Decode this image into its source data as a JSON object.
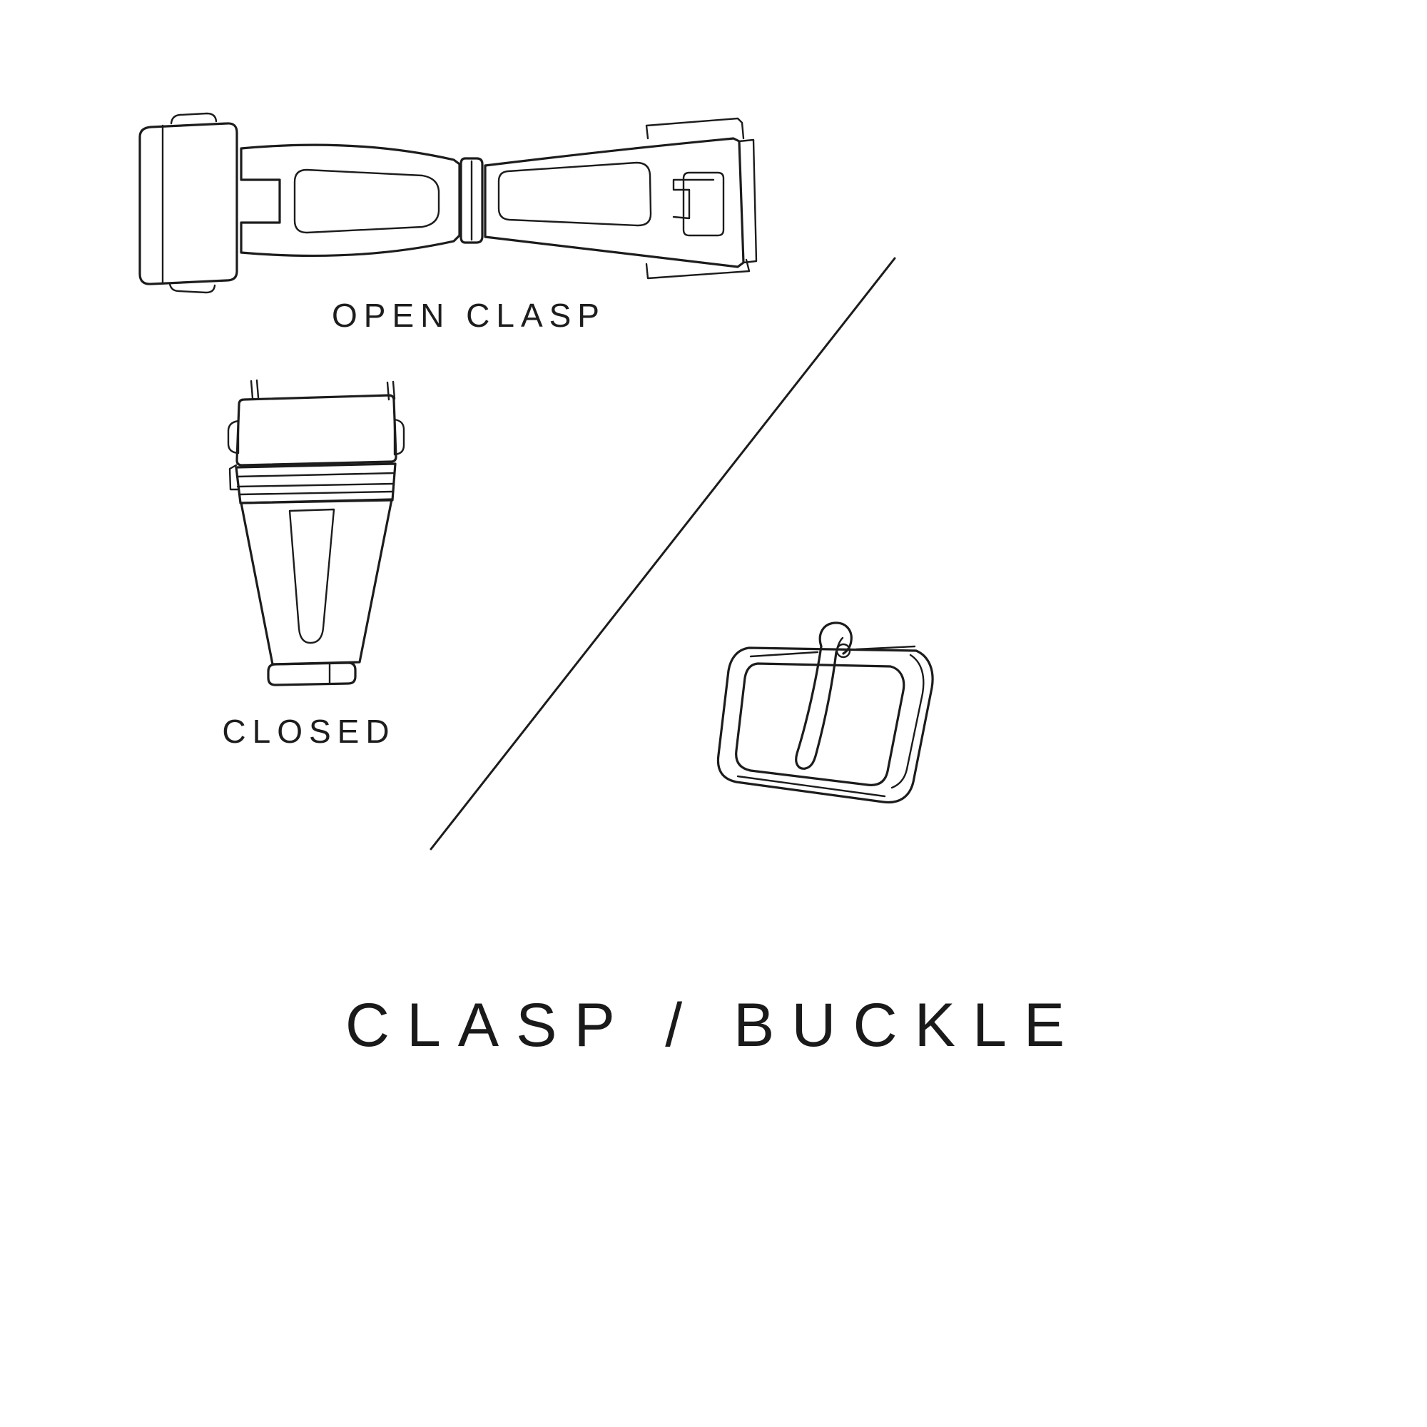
{
  "title": "CLASP / BUCKLE",
  "illustrations": {
    "open_clasp": {
      "label": "OPEN CLASP",
      "name": "open-clasp-top-view-line-drawing"
    },
    "closed_clasp": {
      "label": "CLOSED",
      "name": "closed-clasp-front-view-line-drawing"
    },
    "buckle": {
      "name": "pin-buckle-line-drawing"
    },
    "divider": {
      "name": "diagonal-divider-line"
    }
  },
  "colors": {
    "line": "#1c1c1c",
    "text": "#1d1d1d",
    "background": "#ffffff"
  }
}
